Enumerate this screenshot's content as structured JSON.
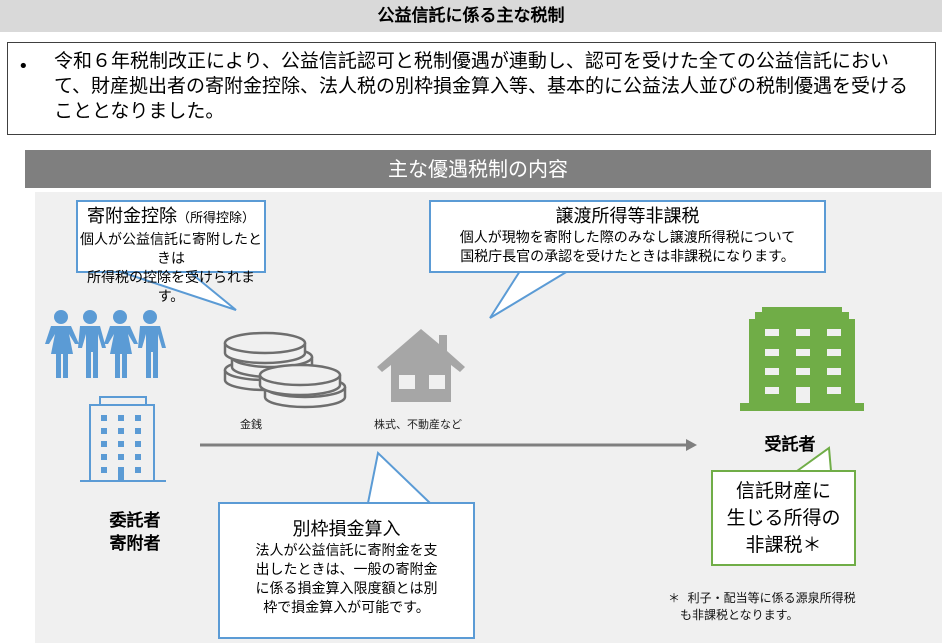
{
  "header": {
    "title": "公益信託に係る主な税制"
  },
  "summary": {
    "bullet": "•",
    "text": "令和６年税制改正により、公益信託認可と税制優遇が連動し、認可を受けた全ての公益信託において、財産拠出者の寄附金控除、法人税の別枠損金算入等、基本的に公益法人並びの税制優遇を受けることとなりました。"
  },
  "section": {
    "title": "主な優遇税制の内容"
  },
  "callouts": {
    "donation_deduction": {
      "title": "寄附金控除",
      "title_note": "（所得控除）",
      "lines": [
        "個人が公益信託に寄附したときは",
        "所得税の控除を受けられます。"
      ]
    },
    "transfer_income": {
      "title": "譲渡所得等非課税",
      "lines": [
        "個人が現物を寄附した際のみなし譲渡所得税について",
        "国税庁長官の承認を受けたときは非課税になります。"
      ]
    },
    "separate_deduction": {
      "title": "別枠損金算入",
      "lines": [
        "法人が公益信託に寄附金を支",
        "出したときは、一般の寄附金",
        "に係る損金算入限度額とは別",
        "枠で損金算入が可能です。"
      ]
    },
    "trust_property": {
      "lines": [
        "信託財産に",
        "生じる所得の",
        "非課税＊"
      ]
    }
  },
  "assets": {
    "money_label": "金銭",
    "property_label": "株式、不動産など"
  },
  "parties": {
    "settlor": [
      "委託者",
      "寄附者"
    ],
    "trustee": "受託者"
  },
  "footnote": {
    "mark": "＊",
    "lines": [
      "利子・配当等に係る源泉所得税",
      "も非課税となります。"
    ]
  },
  "colors": {
    "blue": "#5b9bd5",
    "green": "#70ad47",
    "gray_icon": "#a6a6a6",
    "banner_gray": "#7f7f7f"
  }
}
